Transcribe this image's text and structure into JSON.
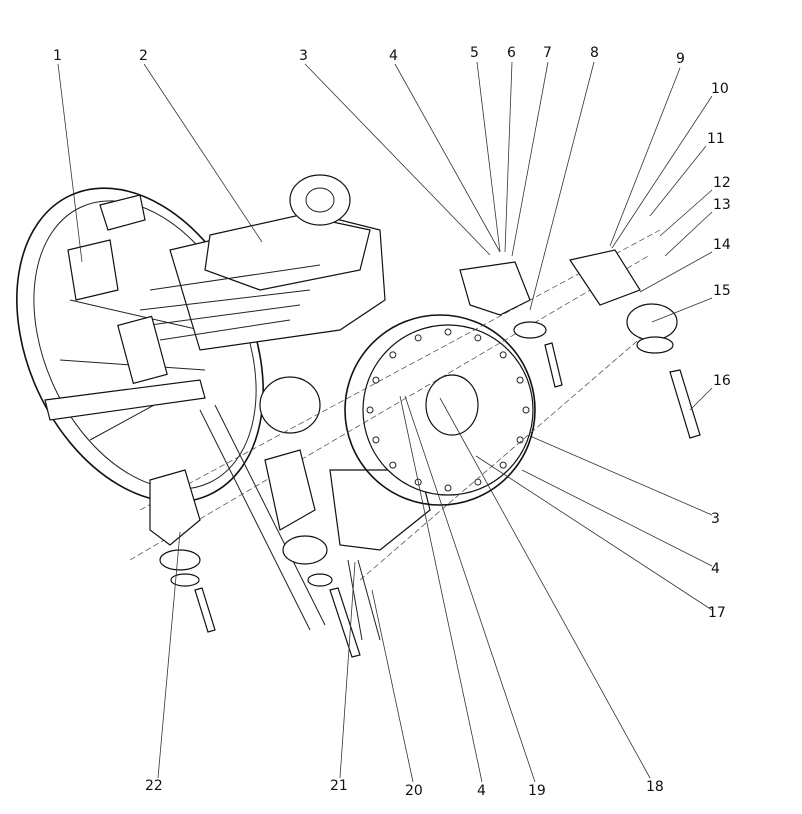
{
  "diagram": {
    "type": "exploded-assembly-drawing",
    "callouts": [
      "1",
      "2",
      "3",
      "4",
      "5",
      "6",
      "7",
      "8",
      "9",
      "10",
      "11",
      "12",
      "13",
      "14",
      "15",
      "16",
      "3",
      "4",
      "17",
      "18",
      "19",
      "4",
      "20",
      "21",
      "22"
    ]
  }
}
